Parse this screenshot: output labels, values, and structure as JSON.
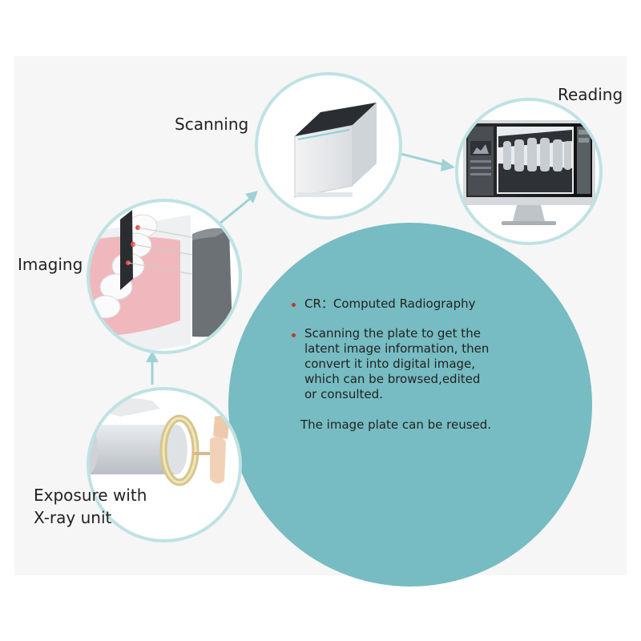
{
  "steps": {
    "scanning": "Scanning",
    "reading": "Reading",
    "imaging": "Imaging",
    "exposure": "Exposure with\nX-ray unit"
  },
  "info": {
    "bullets": [
      "CR：Computed Radiography",
      "Scanning the plate to get the latent image information, then convert it into digital image, which can be browsed,edited or consulted."
    ],
    "note": "The image plate can be reused."
  },
  "colors": {
    "teal": "#76bcc2",
    "ring": "#bfe2e3",
    "arrow": "#9fd2d4",
    "background": "#ffffff",
    "frame": "#f6f6f6"
  },
  "icons": [
    "scanner-device",
    "monitor-xray-screen",
    "dental-model",
    "xray-tube-ring"
  ]
}
